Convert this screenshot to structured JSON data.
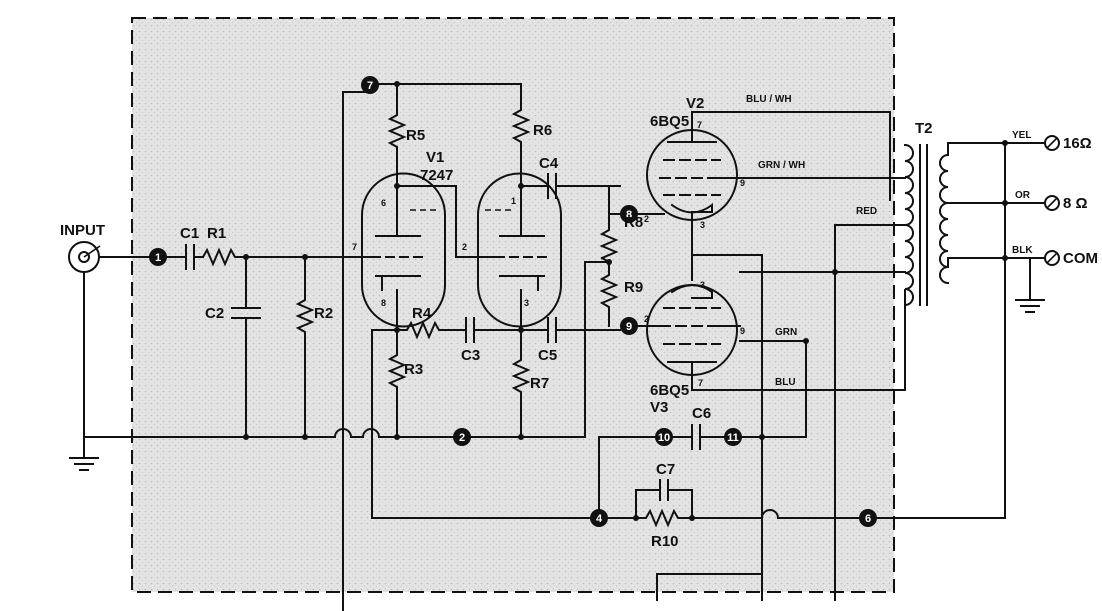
{
  "components": {
    "input": "INPUT",
    "c1": "C1",
    "r1": "R1",
    "c2": "C2",
    "r2": "R2",
    "r3": "R3",
    "r4": "R4",
    "c3": "C3",
    "r5": "R5",
    "r6": "R6",
    "c4": "C4",
    "c5": "C5",
    "r7": "R7",
    "r8": "R8",
    "r9": "R9",
    "c6": "C6",
    "c7": "C7",
    "r10": "R10",
    "t2": "T2"
  },
  "tubes": {
    "v1_name": "V1",
    "v1_type": "7247",
    "v2_name": "V2",
    "v2_type": "6BQ5",
    "v3_type": "6BQ5",
    "v3_name": "V3"
  },
  "wires": {
    "blu_wh": "BLU / WH",
    "grn_wh": "GRN / WH",
    "red": "RED",
    "grn": "GRN",
    "blu": "BLU",
    "yel": "YEL",
    "or": "OR",
    "blk": "BLK"
  },
  "outputs": {
    "o16": "16Ω",
    "o8": "8 Ω",
    "com": "COM"
  },
  "nodes": {
    "n1": "1",
    "n2": "2",
    "n4": "4",
    "n6": "6",
    "n7": "7",
    "n8": "8",
    "n9": "9",
    "n10": "10",
    "n11": "11"
  },
  "pins": {
    "v1_6": "6",
    "v1_7": "7",
    "v1_8": "8",
    "v1_1": "1",
    "v1_2": "2",
    "v1_3": "3",
    "v2_7": "7",
    "v2_2": "2",
    "v2_9": "9",
    "v2_3": "3",
    "v3_3": "3",
    "v3_2": "2",
    "v3_9": "9",
    "v3_7": "7"
  }
}
